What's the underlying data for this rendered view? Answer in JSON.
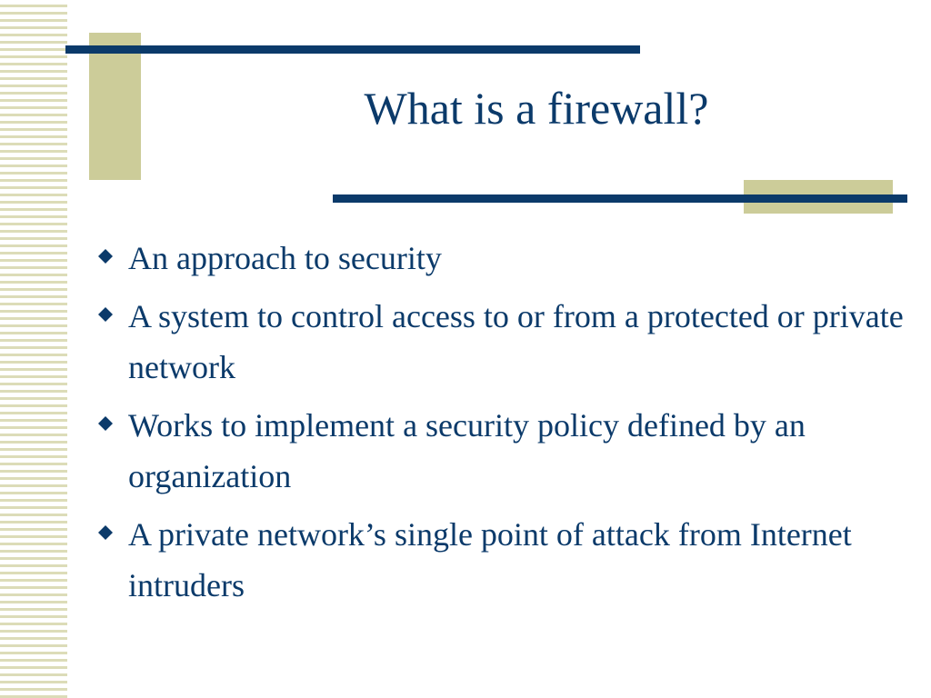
{
  "slide": {
    "title": "What is a firewall?",
    "bullets": [
      {
        "text": "An approach to security"
      },
      {
        "text": "A system to control access to or from a protected or private network"
      },
      {
        "text": "Works to implement a security policy defined by an organization"
      },
      {
        "text": "A private network’s single point of attack from Internet intruders"
      }
    ],
    "bullet_icon": "diamond-bullet-icon",
    "colors": {
      "primary": "#0b3a6a",
      "accent": "#cccc99",
      "stripe": "#dcdcb8",
      "background": "#ffffff"
    }
  }
}
